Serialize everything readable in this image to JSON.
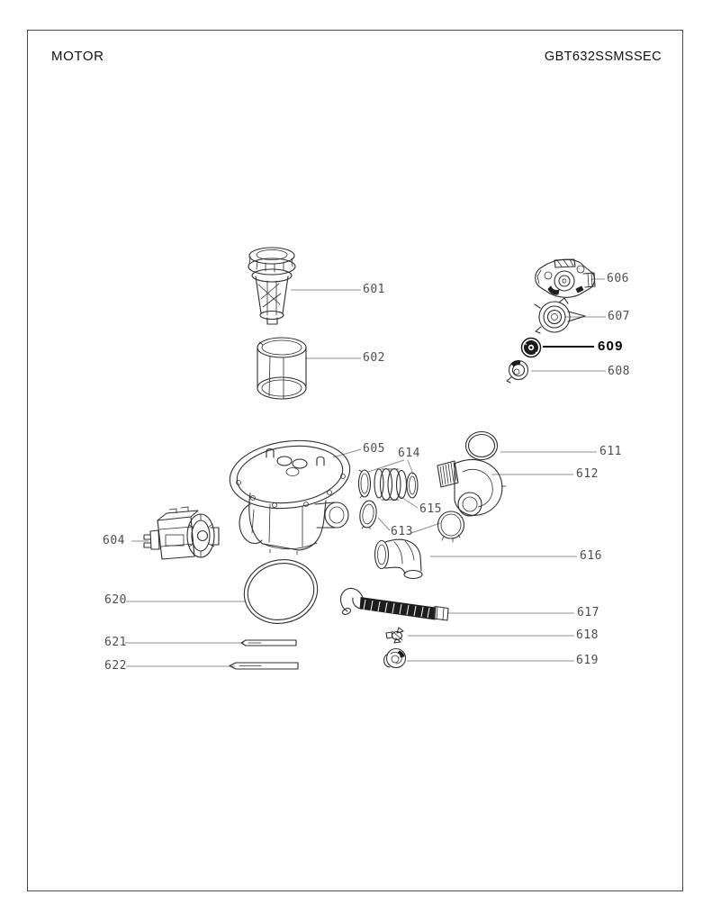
{
  "header": {
    "title": "MOTOR",
    "model": "GBT632SSMSSEC"
  },
  "diagram": {
    "type": "exploded-parts-diagram",
    "highlighted_part": "609",
    "colors": {
      "line_art": "#2f2f2f",
      "leader": "#8f8f8f",
      "label": "#4d4d4d",
      "highlight": "#000000"
    }
  },
  "parts": [
    {
      "id": "601",
      "label": "601"
    },
    {
      "id": "602",
      "label": "602"
    },
    {
      "id": "604",
      "label": "604"
    },
    {
      "id": "605",
      "label": "605"
    },
    {
      "id": "606",
      "label": "606"
    },
    {
      "id": "607",
      "label": "607"
    },
    {
      "id": "608",
      "label": "608"
    },
    {
      "id": "609",
      "label": "609"
    },
    {
      "id": "611",
      "label": "611"
    },
    {
      "id": "612",
      "label": "612"
    },
    {
      "id": "613",
      "label": "613"
    },
    {
      "id": "614",
      "label": "614"
    },
    {
      "id": "615",
      "label": "615"
    },
    {
      "id": "616",
      "label": "616"
    },
    {
      "id": "617",
      "label": "617"
    },
    {
      "id": "618",
      "label": "618"
    },
    {
      "id": "619",
      "label": "619"
    },
    {
      "id": "620",
      "label": "620"
    },
    {
      "id": "621",
      "label": "621"
    },
    {
      "id": "622",
      "label": "622"
    }
  ]
}
